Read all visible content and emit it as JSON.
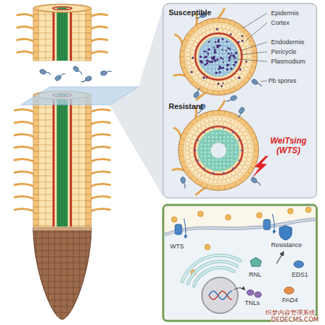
{
  "diagram": {
    "nodes": [
      {
        "text": [
          "Susceptible",
          "Epidermis",
          "Cortex",
          "Endodermis",
          "Pericycle",
          "Plasmodium",
          "Pb spores",
          "Resistant",
          "WeiTsing (WTS)"
        ]
      },
      {
        "text": [
          "WTS",
          "Resistance",
          "RNL",
          "EDS1",
          "PAD4",
          "TNLs"
        ]
      }
    ],
    "labels": [
      "织梦内容管理系统",
      "DEDECMS.COM"
    ]
  }
}
